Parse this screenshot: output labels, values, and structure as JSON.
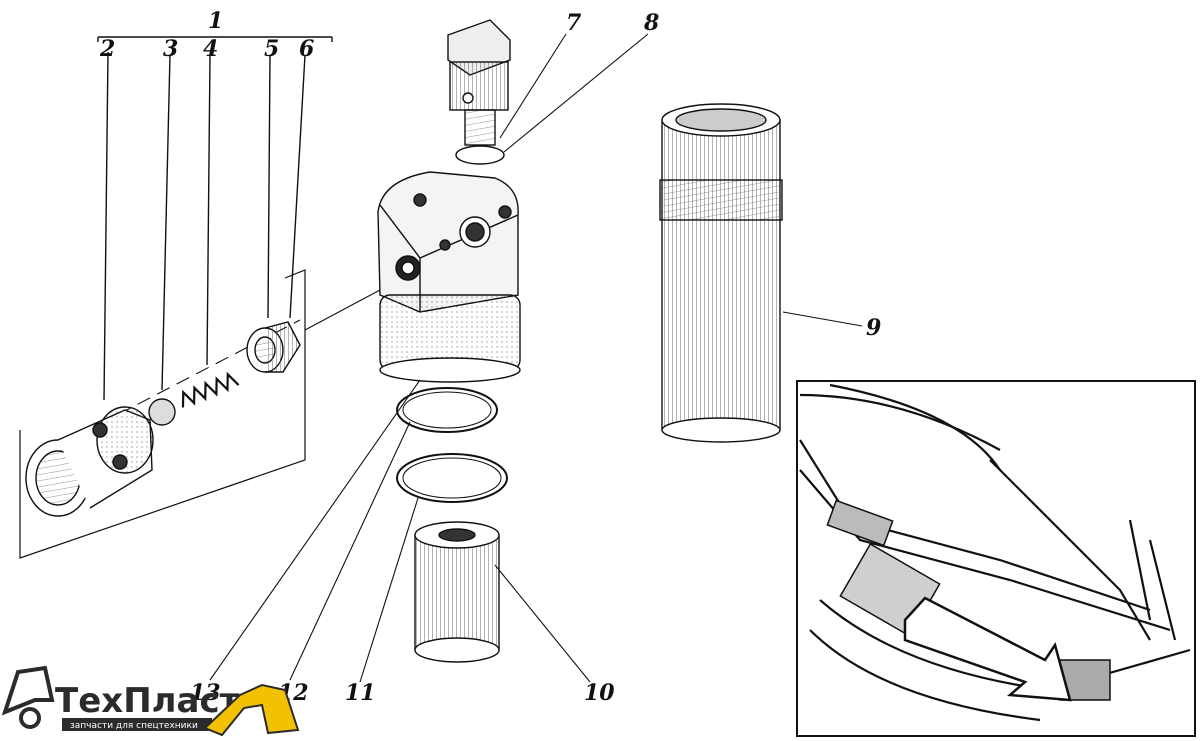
{
  "callouts": {
    "n1": "1",
    "n2": "2",
    "n3": "3",
    "n4": "4",
    "n5": "5",
    "n6": "6",
    "n7": "7",
    "n8": "8",
    "n9": "9",
    "n10": "10",
    "n11": "11",
    "n12": "12",
    "n13": "13"
  },
  "logo": {
    "name_part1": "Тех",
    "name_part2": "Пласт",
    "tagline": "запчасти для спецтехники",
    "colors": {
      "dark": "#2b2b2b",
      "accent": "#f2c200"
    }
  }
}
